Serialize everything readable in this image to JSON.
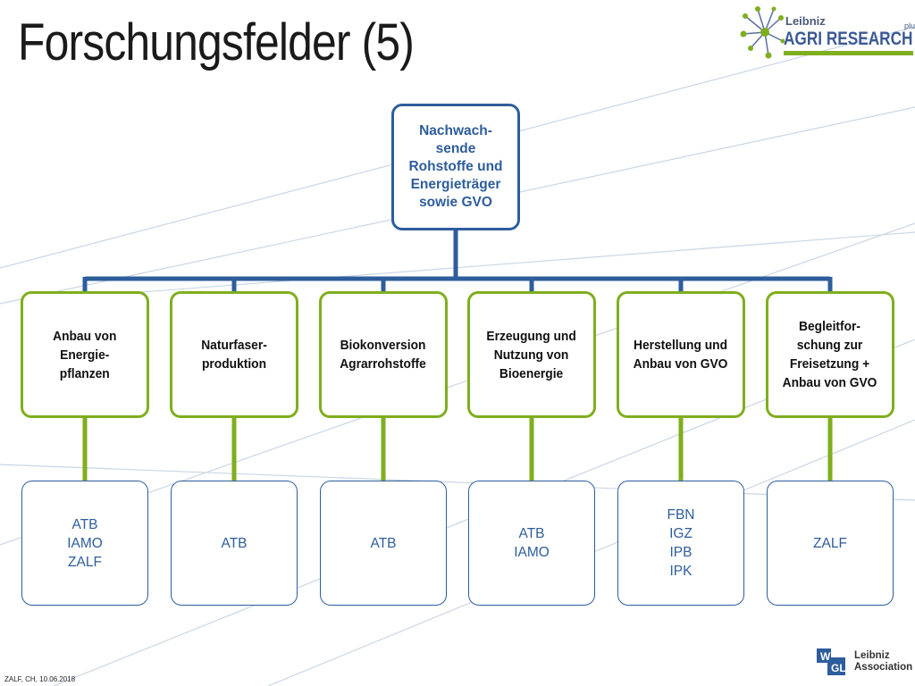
{
  "title": "Forschungsfelder (5)",
  "logo_top": {
    "leibniz": "Leibniz",
    "plus": "plus",
    "name": "AGRI RESEARCH"
  },
  "root": {
    "label": "Nachwach-\nsende\nRohstoffe und\nEnergieträger\nsowie GVO"
  },
  "children": [
    {
      "label": "Anbau von\nEnergie-\npflanzen",
      "institutes": "ATB\nIAMO\nZALF"
    },
    {
      "label": "Naturfaser-\nproduktion",
      "institutes": "ATB"
    },
    {
      "label": "Biokonversion\nAgrarrohstoffe",
      "institutes": "ATB"
    },
    {
      "label": "Erzeugung und\nNutzung von\nBioenergie",
      "institutes": "ATB\nIAMO"
    },
    {
      "label": "Herstellung und\nAnbau von GVO",
      "institutes": "FBN\nIGZ\nIPB\nIPK"
    },
    {
      "label": "Begleitfor-\nschung zur\nFreisetzung +\nAnbau von GVO",
      "institutes": "ZALF"
    }
  ],
  "footer": "ZALF, CH, 10.06.2018",
  "logo_bottom": {
    "text": "Leibniz\nAssociation"
  },
  "colors": {
    "blue": "#2e5d9c",
    "green": "#7fae1e",
    "bg_lines": "#c9d6e6"
  }
}
